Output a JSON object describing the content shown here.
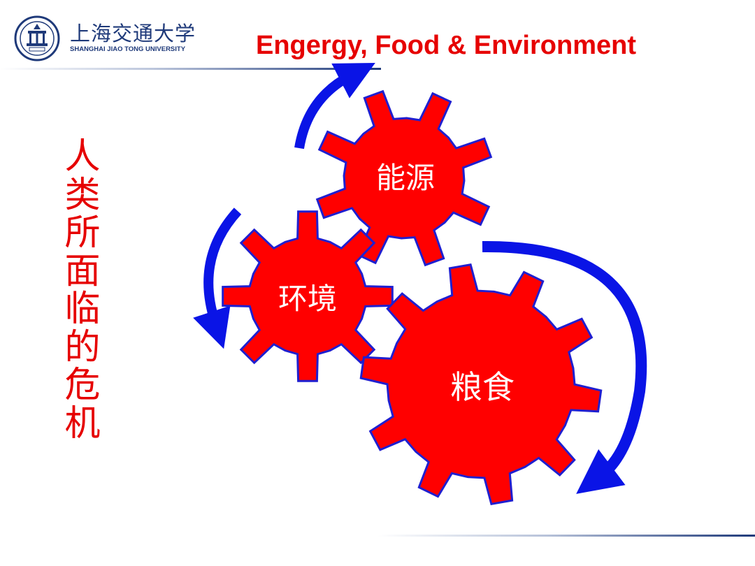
{
  "logo": {
    "name_cn": "上海交通大学",
    "name_en": "SHANGHAI JIAO TONG UNIVERSITY"
  },
  "title": "Engergy, Food & Environment",
  "vertical_text": [
    "人",
    "类",
    "所",
    "面",
    "临",
    "的",
    "危",
    "机"
  ],
  "gears": {
    "energy": "能源",
    "environment": "环境",
    "food": "粮食"
  },
  "colors": {
    "gear_fill": "#ff0000",
    "gear_stroke": "#1f1fd0",
    "arrow": "#0a14e6",
    "title": "#e60000",
    "logo": "#1f3a7a"
  }
}
